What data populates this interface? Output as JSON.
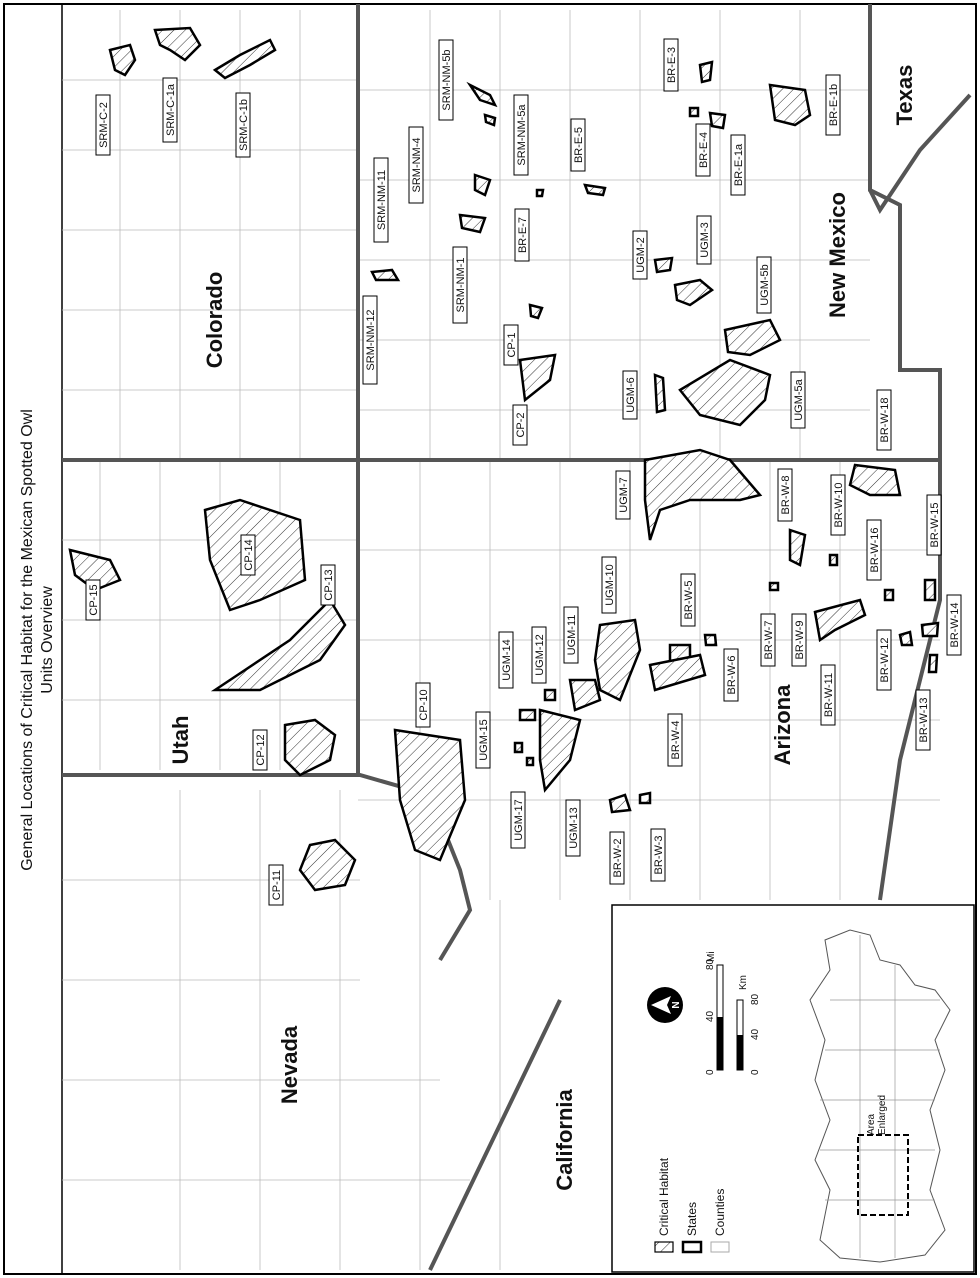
{
  "title_line1": "General Locations of Critical Habitat for the Mexican Spotted Owl",
  "title_line2": "Units Overview",
  "states": {
    "colorado": "Colorado",
    "utah": "Utah",
    "nevada": "Nevada",
    "california": "California",
    "arizona": "Arizona",
    "new_mexico": "New Mexico",
    "texas": "Texas"
  },
  "units": [
    "SRM-C-2",
    "SRM-C-1a",
    "SRM-C-1b",
    "SRM-NM-5b",
    "SRM-NM-5a",
    "SRM-NM-4",
    "SRM-NM-11",
    "SRM-NM-1",
    "SRM-NM-12",
    "BR-E-3",
    "BR-E-4",
    "BR-E-1a",
    "BR-E-1b",
    "BR-E-5",
    "BR-E-7",
    "CP-1",
    "CP-2",
    "CP-10",
    "CP-11",
    "CP-12",
    "CP-13",
    "CP-14",
    "CP-15",
    "UGM-2",
    "UGM-3",
    "UGM-5b",
    "UGM-5a",
    "UGM-6",
    "UGM-7",
    "UGM-10",
    "UGM-11",
    "UGM-12",
    "UGM-13",
    "UGM-14",
    "UGM-15",
    "UGM-17",
    "BR-W-2",
    "BR-W-3",
    "BR-W-4",
    "BR-W-5",
    "BR-W-6",
    "BR-W-7",
    "BR-W-8",
    "BR-W-9",
    "BR-W-10",
    "BR-W-11",
    "BR-W-12",
    "BR-W-13",
    "BR-W-14",
    "BR-W-15",
    "BR-W-16",
    "BR-W-18"
  ],
  "legend": {
    "critical_habitat": "Critical Habitat",
    "states": "States",
    "counties": "Counties",
    "area_enlarged_1": "Area",
    "area_enlarged_2": "Enlarged",
    "north": "N",
    "km_label": "Km",
    "mi_label": "Mi",
    "km_ticks": [
      "0",
      "40",
      "80"
    ],
    "mi_ticks": [
      "0",
      "40",
      "80"
    ]
  }
}
